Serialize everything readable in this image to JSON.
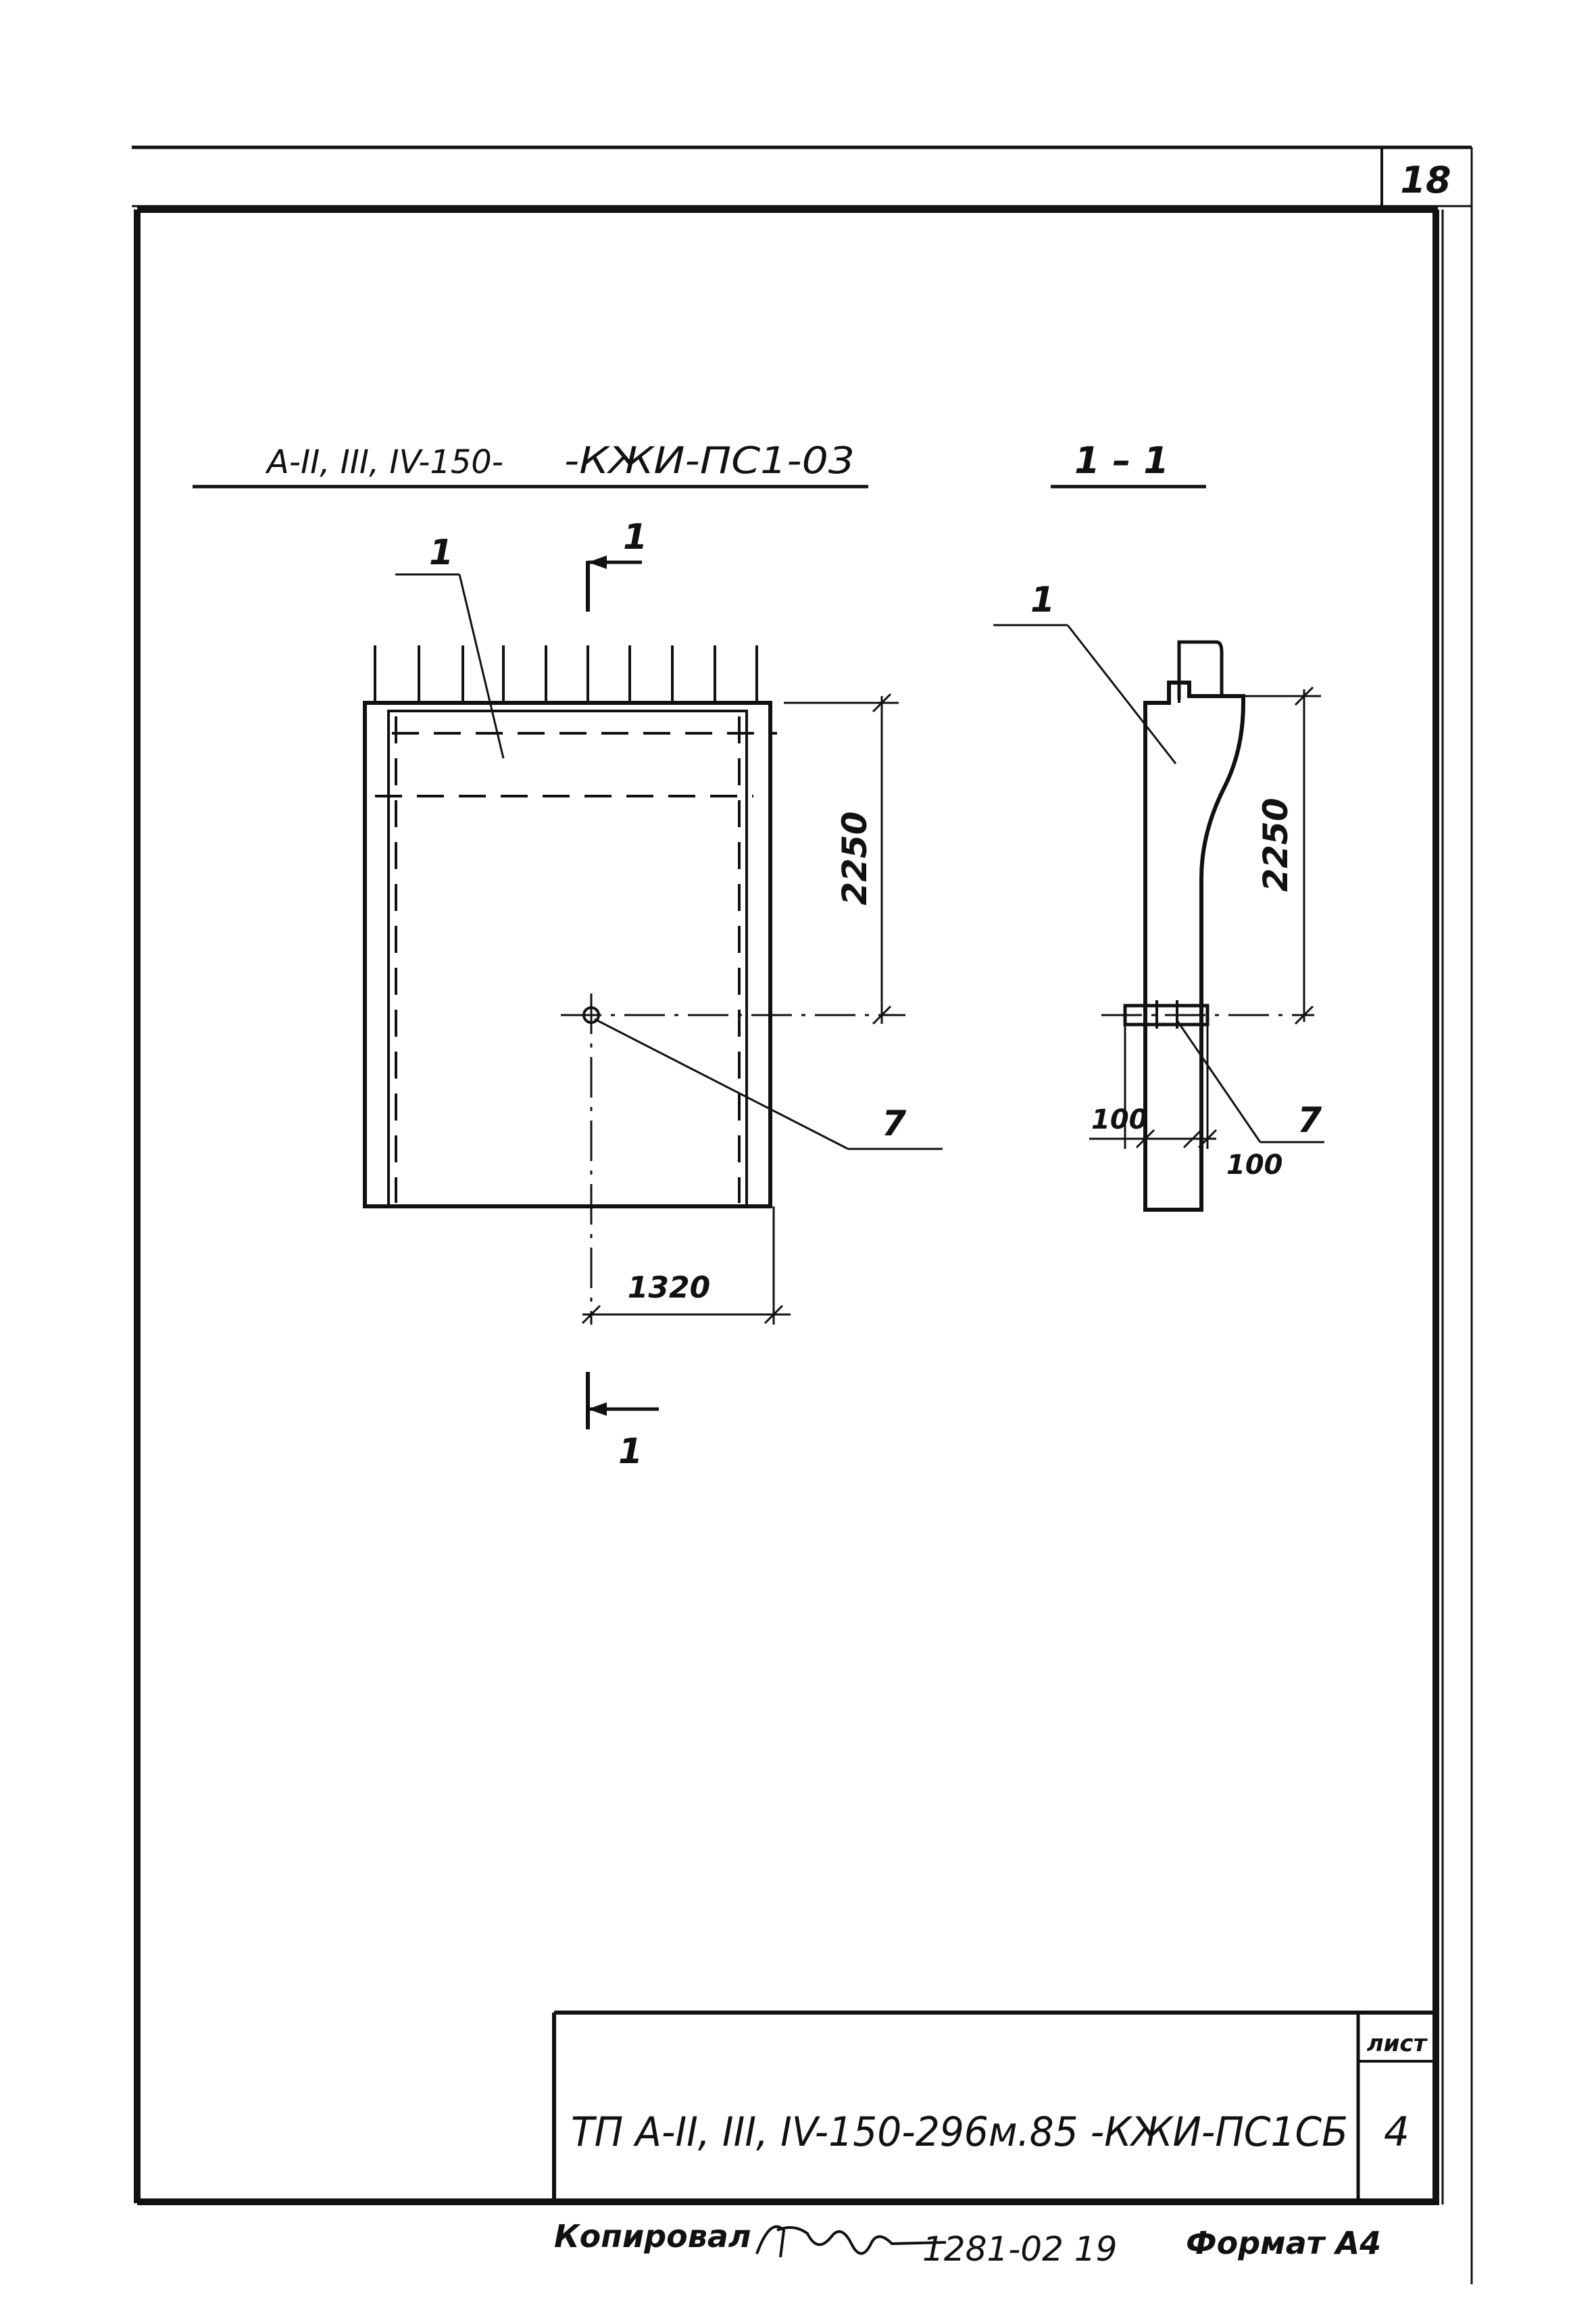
{
  "sheet_number": "18",
  "drawing": {
    "title_left": "А-II, III, IV-150-",
    "title_right": "-КЖИ-ПС1-03",
    "section_title": "1 – 1",
    "section_mark": "1",
    "leader_label_1": "1",
    "leader_label_7": "7",
    "dims": {
      "height_front": "2250",
      "width_front": "1320",
      "height_section": "2250",
      "offset_left": "100",
      "offset_right": "100"
    }
  },
  "title_block": {
    "code": "ТП А-II, III, IV-150-296м.85 -КЖИ-ПС1СБ",
    "sheet_label": "лист",
    "sheet_value": "4"
  },
  "footer": {
    "copied_label": "Копировал",
    "signature": "signature",
    "order_number": "1281-02 19",
    "format": "Формат А4"
  }
}
